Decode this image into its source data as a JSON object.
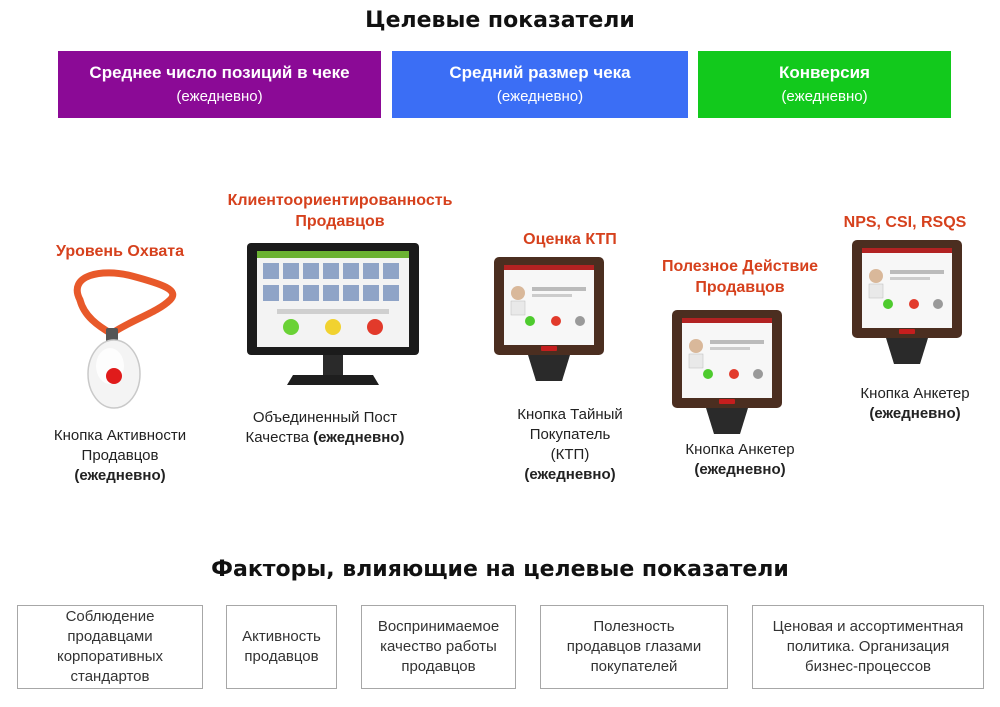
{
  "top_title": "Целевые показатели",
  "kpis": [
    {
      "name": "Среднее число позиций в чеке",
      "period": "(ежедневно)",
      "color": "#8b0a96"
    },
    {
      "name": "Средний размер чека",
      "period": "(ежедневно)",
      "color": "#3b6ef5"
    },
    {
      "name": "Конверсия",
      "period": "(ежедневно)",
      "color": "#12c91c"
    }
  ],
  "devices": [
    {
      "label": "Уровень Охвата",
      "caption": "Кнопка Активности Продавцов",
      "period": "(ежедневно)",
      "icon": "pendant-button-icon"
    },
    {
      "label_line1": "Клиентоориентированность",
      "label_line2": "Продавцов",
      "caption_line1": "Объединенный Пост",
      "caption_line2": "Качества",
      "period": "(ежедневно)",
      "icon": "monitor-terminal-icon"
    },
    {
      "label": "Оценка КТП",
      "caption_line1": "Кнопка Тайный",
      "caption_line2": "Покупатель",
      "caption_line3": "(КТП)",
      "period": "(ежедневно)",
      "icon": "tablet-kiosk-icon"
    },
    {
      "label_line1": "Полезное Действие",
      "label_line2": "Продавцов",
      "caption": "Кнопка Анкетер",
      "period": "(ежедневно)",
      "icon": "tablet-kiosk-icon"
    },
    {
      "label": "NPS, CSI, RSQS",
      "caption": "Кнопка Анкетер",
      "period": "(ежедневно)",
      "icon": "tablet-kiosk-icon"
    }
  ],
  "bottom_title": "Факторы, влияющие на целевые показатели",
  "factors": [
    {
      "line1": "Соблюдение",
      "line2": "продавцами",
      "line3": "корпоративных",
      "line4": "стандартов"
    },
    {
      "line1": "Активность",
      "line2": "продавцов"
    },
    {
      "line1": "Воспринимаемое",
      "line2": "качество работы",
      "line3": "продавцов"
    },
    {
      "line1": "Полезность",
      "line2": "продавцов глазами",
      "line3": "покупателей"
    },
    {
      "line1": "Ценовая и ассортиментная",
      "line2": "политика. Организация",
      "line3": "бизнес-процессов"
    }
  ]
}
